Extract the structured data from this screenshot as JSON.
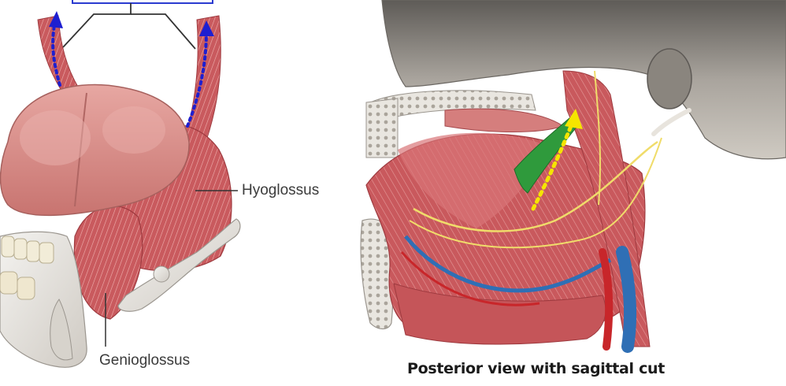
{
  "labels": {
    "hyoglossus": "Hyoglossus",
    "genioglossus": "Genioglossus"
  },
  "caption": "Posterior view with sagittal cut",
  "colors": {
    "muscle": "#c8575c",
    "muscle_dark": "#9e3a3f",
    "tongue": "#d88e8a",
    "bone": "#e9e6e0",
    "skull_shadow": "#8d8a85",
    "nerve": "#f0dc6a",
    "artery": "#c8262a",
    "vein": "#2f6fb5",
    "arrow_blue": "#1e1fd0",
    "arrow_yellow": "#f5e500",
    "green_muscle": "#2f9a3c"
  }
}
